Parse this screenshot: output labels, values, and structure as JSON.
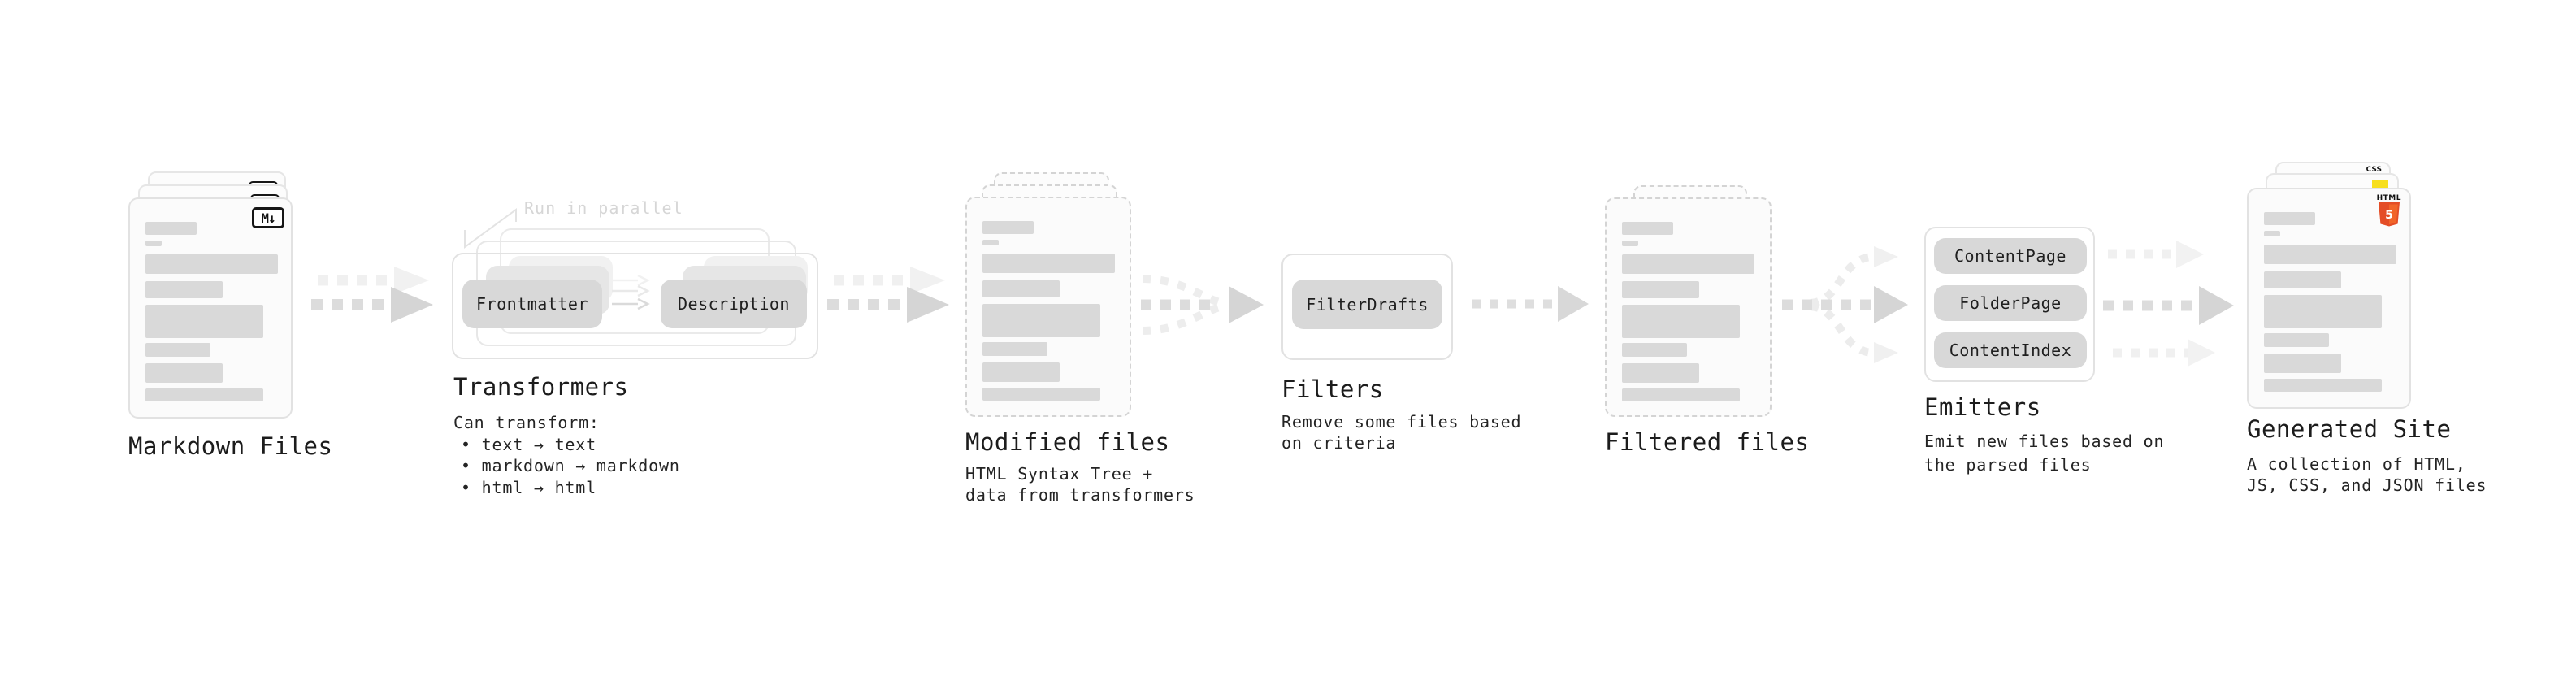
{
  "diagram": {
    "markdown_files": {
      "label": "Markdown Files",
      "icon": "M↓"
    },
    "transformers": {
      "heading": "Transformers",
      "note": "Run in parallel",
      "pill_left": "Frontmatter",
      "pill_right": "Description",
      "desc_title": "Can transform:",
      "bullets": [
        "• text → text",
        "• markdown → markdown",
        "• html → html"
      ]
    },
    "modified_files": {
      "label": "Modified files",
      "sub1": "HTML Syntax Tree +",
      "sub2": "data from transformers"
    },
    "filters": {
      "heading": "Filters",
      "pill": "FilterDrafts",
      "sub1": "Remove some files based",
      "sub2": "on criteria"
    },
    "filtered_files": {
      "label": "Filtered files"
    },
    "emitters": {
      "heading": "Emitters",
      "pills": [
        "ContentPage",
        "FolderPage",
        "ContentIndex"
      ],
      "sub1": "Emit new files based on",
      "sub2": "the parsed files"
    },
    "generated_site": {
      "label": "Generated Site",
      "sub1": "A collection of HTML,",
      "sub2": "JS, CSS, and JSON files",
      "html_badge_top": "HTML",
      "html_badge_number": "5",
      "css_badge": "CSS"
    }
  },
  "colors": {
    "html5_orange": "#e44d26",
    "html5_orange_light": "#f16529",
    "js_yellow": "#f7df1e",
    "css_blue": "#2862e9",
    "arrow_dark": "#dcdcdc",
    "arrow_head": "#d5d5d5",
    "arrow_light": "#f0f0f0",
    "card_border": "#e2e2e2",
    "dashed_border": "#d4d4d4",
    "text": "#1c1c1c"
  }
}
